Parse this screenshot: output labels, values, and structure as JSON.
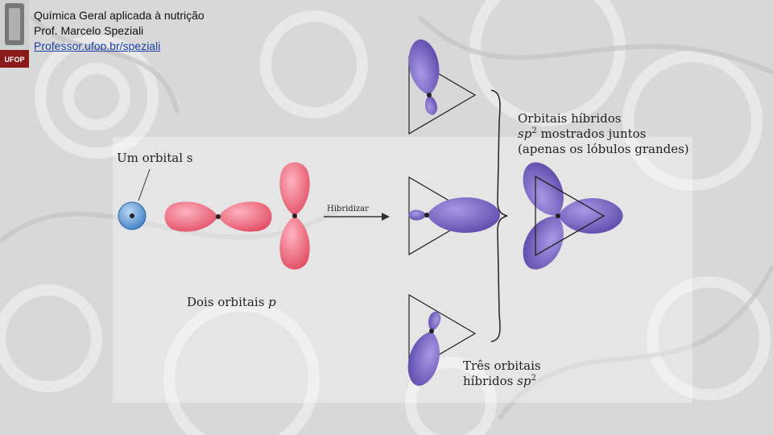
{
  "header": {
    "course": "Química Geral aplicada à nutrição",
    "professor": "Prof. Marcelo Speziali",
    "link": "Professor.ufop.br/speziali"
  },
  "logo": {
    "text": "UFOP",
    "color": "#8b1a1a"
  },
  "diagram": {
    "s_label": "Um orbital s",
    "p_label_prefix": "Dois orbitais ",
    "p_label_italic": "p",
    "arrow_label": "Hibridizar",
    "hybrid_line1": "Orbitais híbridos",
    "hybrid_line2_italic": "sp",
    "hybrid_line2_sup": "2",
    "hybrid_line2_rest": " mostrados juntos",
    "hybrid_line3": "(apenas os lóbulos grandes)",
    "three_line1": "Três orbitais",
    "three_line2": "híbridos ",
    "three_line2_italic": "sp",
    "three_line2_sup": "2"
  },
  "colors": {
    "s_orbital": "#5b9bd5",
    "p_orbital": "#e85a6e",
    "hybrid_orbital": "#6a55b8"
  }
}
